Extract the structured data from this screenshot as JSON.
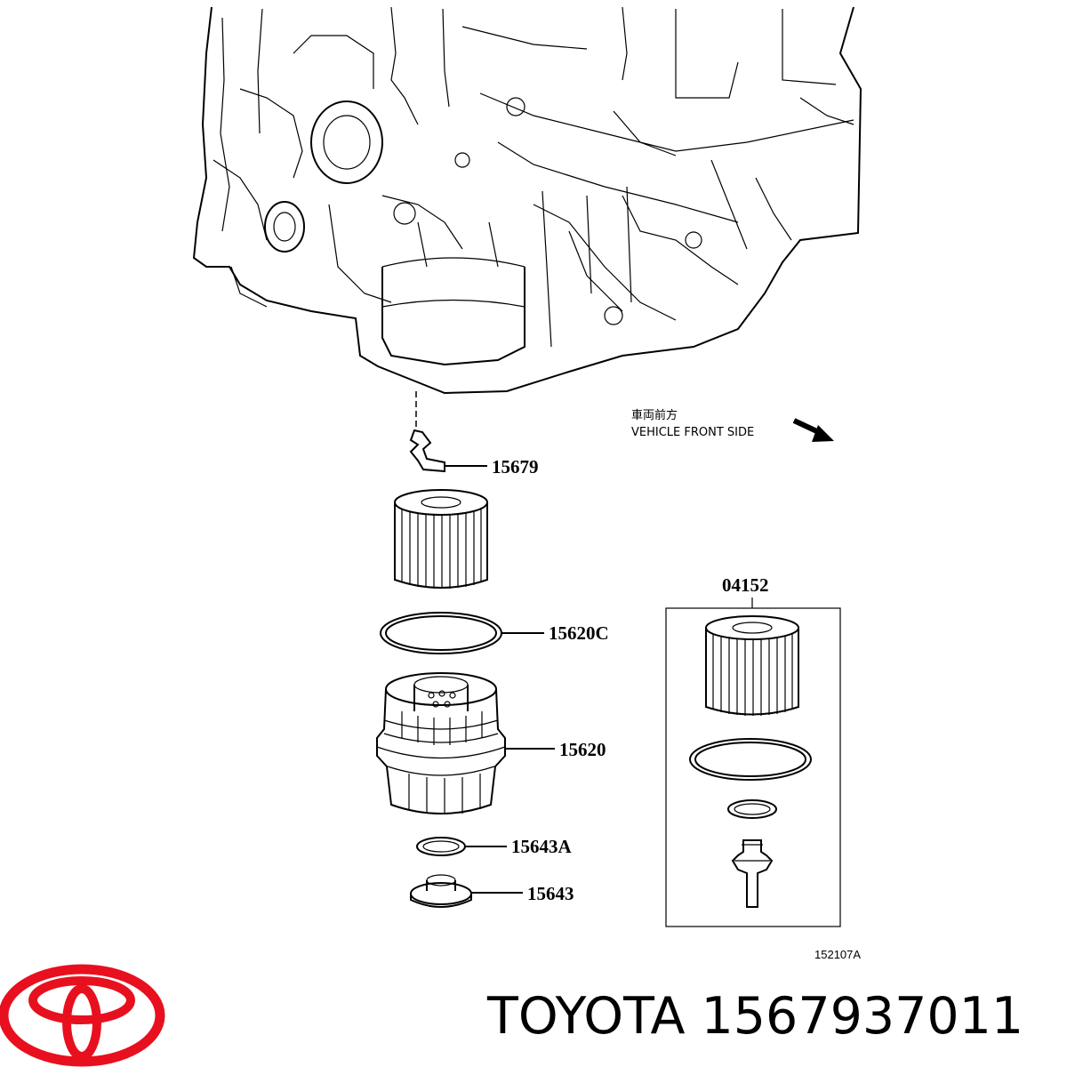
{
  "parts": {
    "clip": "15679",
    "element_set": "04152",
    "o_ring": "15620C",
    "filter_cap": "15620",
    "gasket": "15643A",
    "drain_plug": "15643"
  },
  "direction": {
    "jp": "車両前方",
    "en": "VEHICLE FRONT SIDE"
  },
  "diagram_ref": "152107A",
  "brand": "TOYOTA",
  "part_number": "1567937011",
  "colors": {
    "logo": "#e8101e",
    "ink": "#000000"
  },
  "icons": [
    "toyota-logo-icon",
    "direction-arrow-icon"
  ]
}
